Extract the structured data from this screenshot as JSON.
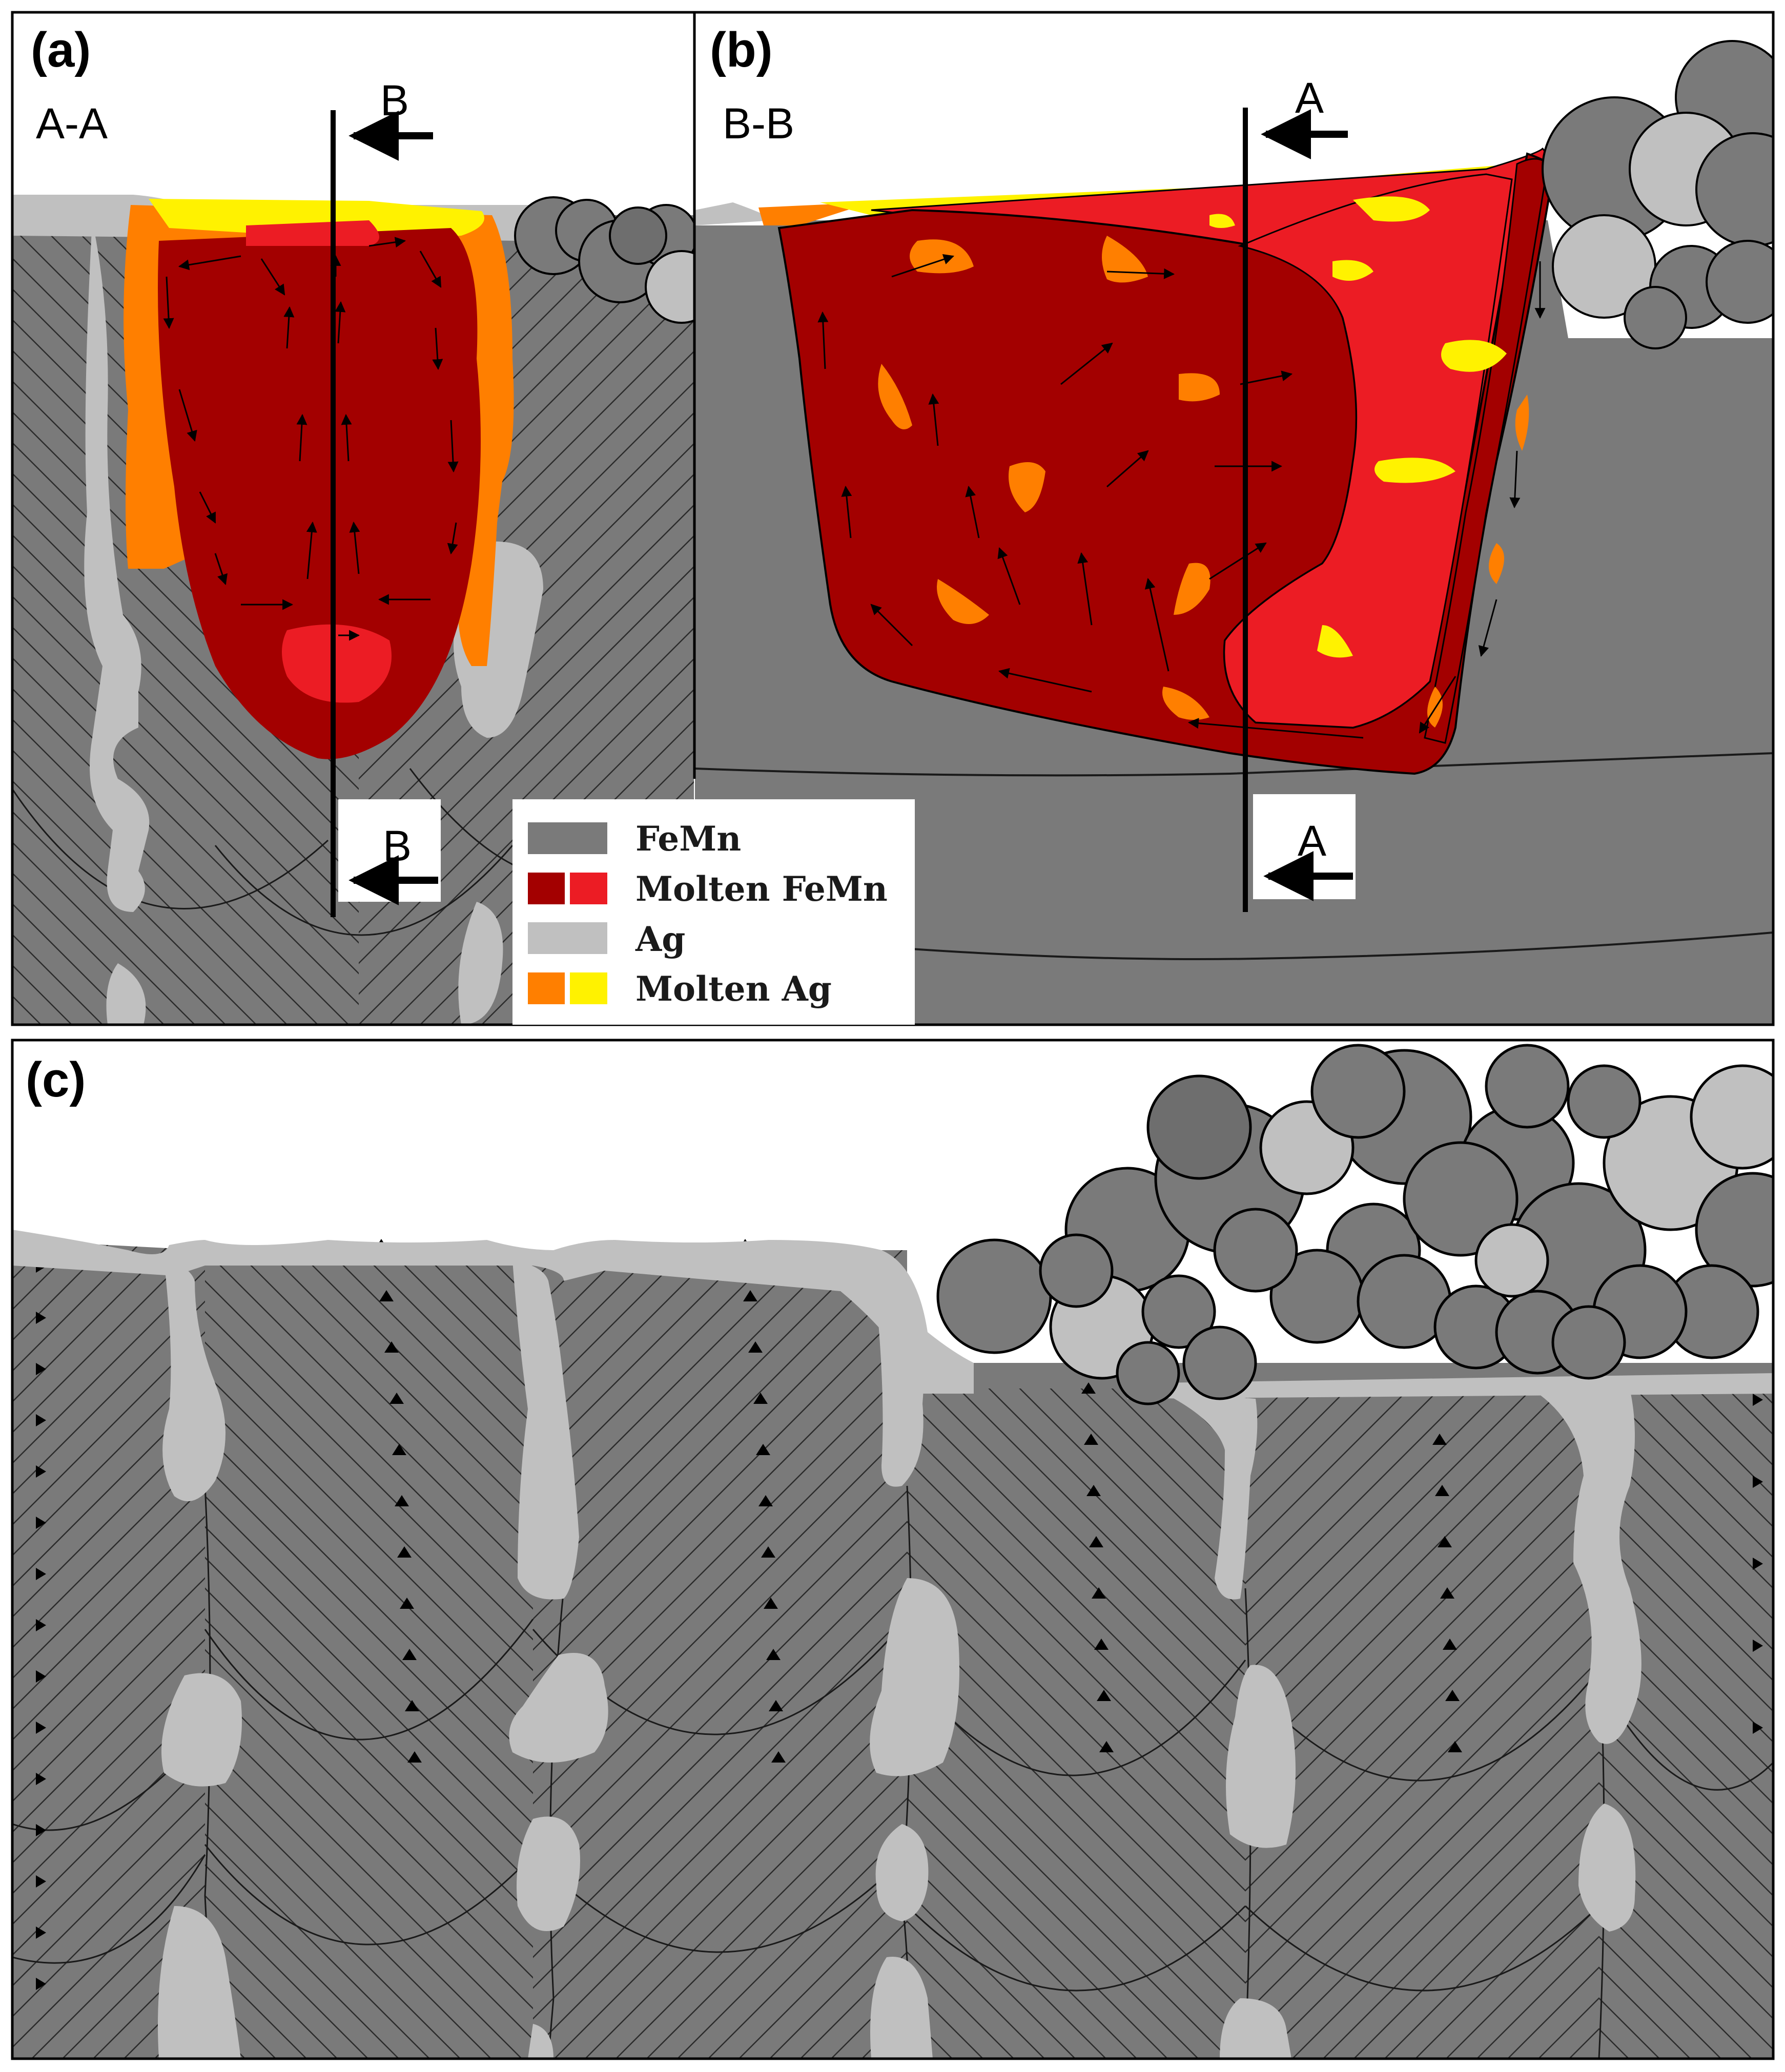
{
  "panels": {
    "a": {
      "label": "(a)",
      "section": "A-A",
      "cut_top": "B",
      "cut_bottom": "B"
    },
    "b": {
      "label": "(b)",
      "section": "B-B",
      "cut_top": "A",
      "cut_bottom": "A"
    },
    "c": {
      "label": "(c)"
    }
  },
  "legend": {
    "items": [
      {
        "label": "FeMn",
        "colors": [
          "#7a7a7a"
        ]
      },
      {
        "label": "Molten FeMn",
        "colors": [
          "#a30000",
          "#ec1c24"
        ]
      },
      {
        "label": "Ag",
        "colors": [
          "#c0c0c0"
        ]
      },
      {
        "label": "Molten Ag",
        "colors": [
          "#ff7f00",
          "#fff200"
        ]
      }
    ]
  },
  "colors": {
    "femn": "#7a7a7a",
    "femn_dark": "#6e6e6e",
    "molten_femn_dark": "#a30000",
    "molten_femn_light": "#ec1c24",
    "ag": "#c0c0c0",
    "molten_ag_orange": "#ff7f00",
    "molten_ag_yellow": "#fff200",
    "outline": "#000000"
  }
}
